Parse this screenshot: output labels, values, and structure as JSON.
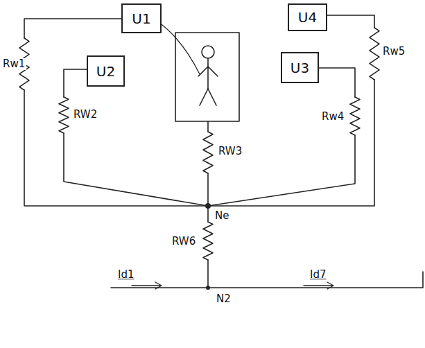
{
  "diagram": {
    "nodes": [
      {
        "text": [
          "U1"
        ]
      },
      {
        "text": [
          "U2"
        ]
      },
      {
        "text": [
          "U4"
        ]
      },
      {
        "text": [
          "U3"
        ]
      }
    ],
    "labels": [
      "Rw1",
      "RW2",
      "RW3",
      "Rw4",
      "Rw5",
      "RW6",
      "Ne",
      "N2",
      "Id1",
      "Id7"
    ]
  }
}
